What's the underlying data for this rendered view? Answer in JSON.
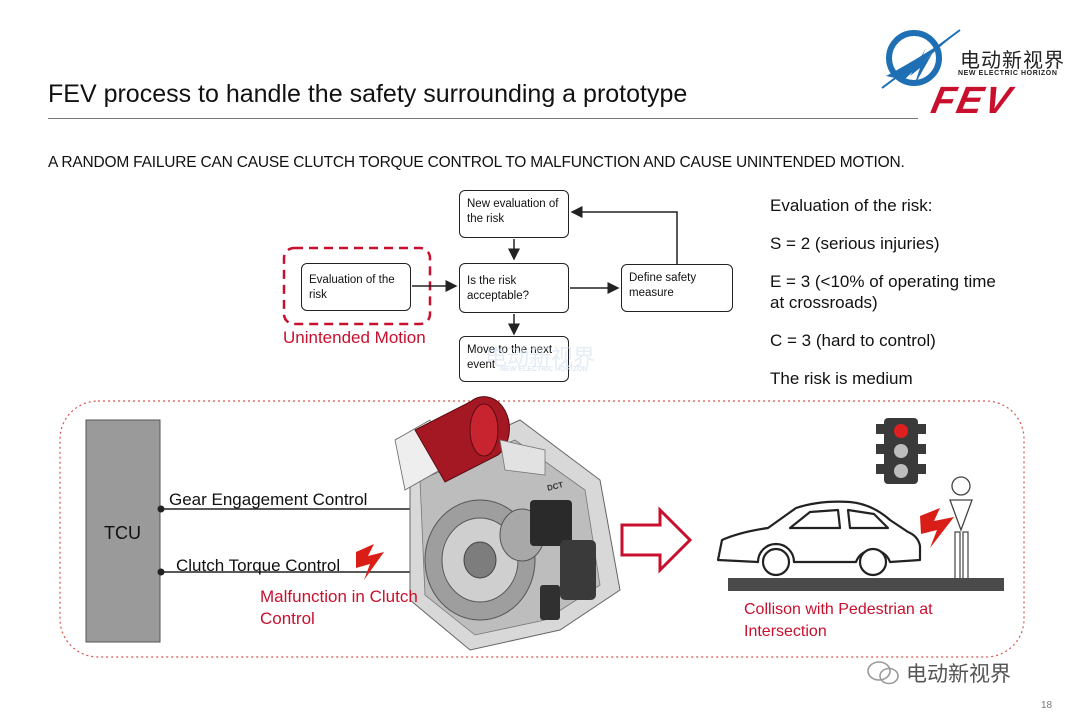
{
  "header": {
    "title": "FEV process to handle the safety surrounding a prototype",
    "logo_cn": "电动新视界",
    "logo_en": "NEW ELECTRIC HORIZON",
    "brand": "FEV"
  },
  "subtitle": "A RANDOM FAILURE CAN CAUSE CLUTCH TORQUE CONTROL TO MALFUNCTION AND CAUSE UNINTENDED MOTION.",
  "flowchart": {
    "evaluation_box": "Evaluation of the risk",
    "risk_acceptable_box": "Is the risk acceptable?",
    "new_evaluation_box": "New evaluation of the risk",
    "define_safety_box": "Define safety measure",
    "move_next_box": "Move to the next event",
    "highlight_label": "Unintended Motion"
  },
  "risk_evaluation": {
    "heading": "Evaluation of the risk:",
    "severity": "S = 2 (serious injuries)",
    "exposure": "E = 3 (<10% of operating time at crossroads)",
    "controllability": "C = 3 (hard to control)",
    "conclusion": "The risk is medium"
  },
  "scenario": {
    "tcu_label": "TCU",
    "gear_control": "Gear Engagement Control",
    "clutch_control": "Clutch Torque Control",
    "malfunction": "Malfunction in Clutch Control",
    "collision": "Collison with Pedestrian at Intersection",
    "transmission_tag": "DCT"
  },
  "watermark_cn": "电动新视界",
  "page_number": "18",
  "colors": {
    "accent_red": "#c8102e",
    "brand_blue": "#1f6fb5",
    "tcu_gray": "#9a9a9a"
  }
}
